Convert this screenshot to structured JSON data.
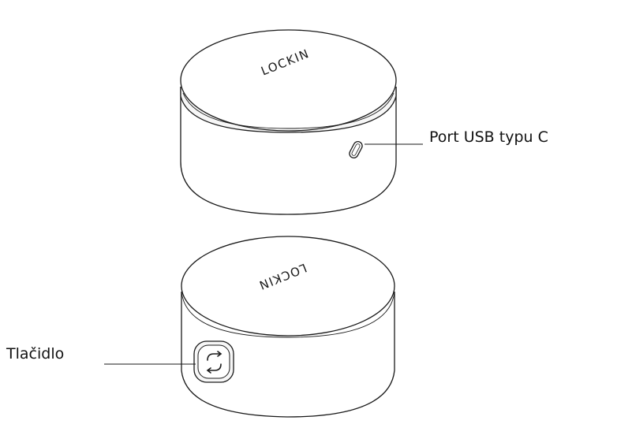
{
  "diagram": {
    "brand_top": "LOCKIN",
    "brand_bottom": "LOCKIN",
    "labels": {
      "usb_port": "Port USB typu C",
      "button": "Tlačidlo"
    },
    "colors": {
      "stroke": "#1a1a1a",
      "fill": "#ffffff",
      "shade": "#f3f3f3"
    },
    "icons": {
      "usb_port": "usb-c-port-icon",
      "button": "sync-button-icon"
    }
  }
}
